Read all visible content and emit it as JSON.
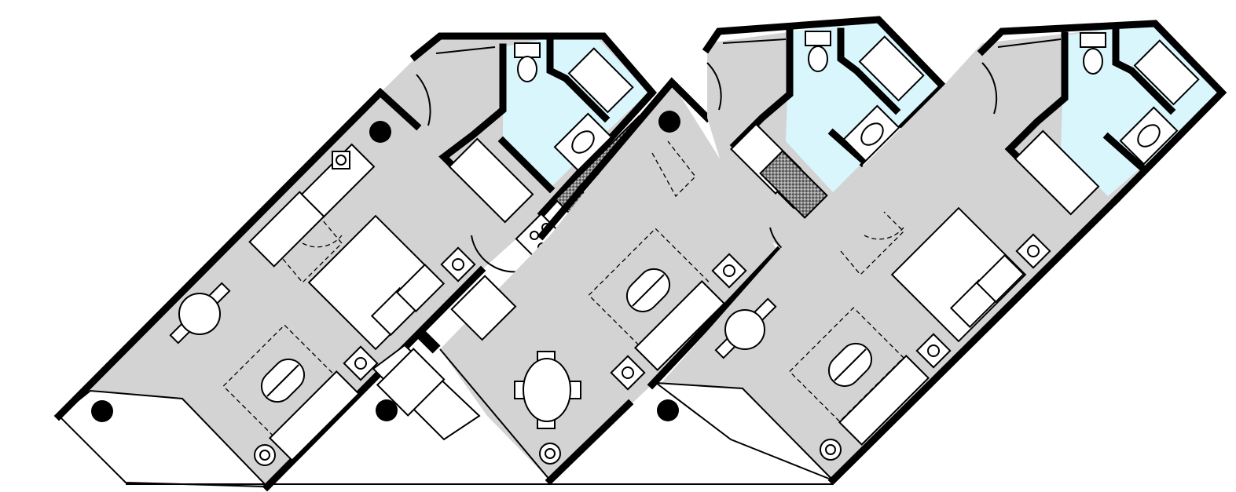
{
  "drawing": {
    "units": [
      {
        "name": "unit-left-one-bedroom"
      },
      {
        "name": "unit-center-studio"
      },
      {
        "name": "unit-right-one-bedroom"
      }
    ]
  },
  "colors": {
    "floor": "#d3d3d3",
    "bathroom": "#d9f6fd",
    "wall": "#000000",
    "furniture": "#ffffff"
  },
  "icons": [
    "column-icon",
    "toilet-icon",
    "bathtub-icon",
    "sink-icon",
    "stove-icon",
    "lamp-icon",
    "smoke-detector-icon"
  ]
}
